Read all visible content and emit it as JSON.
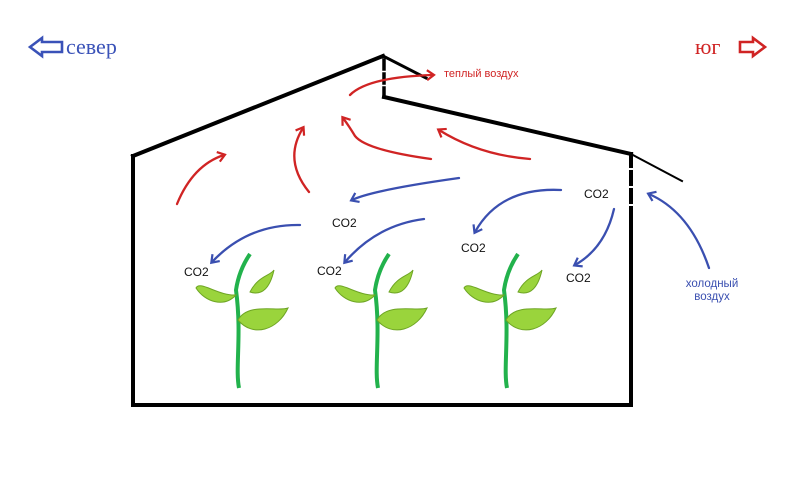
{
  "compass": {
    "north_label": "север",
    "south_label": "юг"
  },
  "airflow": {
    "warm_air_label": "теплый воздух",
    "cold_air_line1": "холодный",
    "cold_air_line2": "воздух"
  },
  "gas_labels": [
    "CO2",
    "CO2",
    "CO2",
    "CO2",
    "CO2",
    "CO2"
  ],
  "colors": {
    "warm": "#d02424",
    "cold": "#3a4fb0",
    "plant_leaf": "#9ad43c",
    "plant_stem": "#22b24c",
    "outline": "#000000"
  }
}
